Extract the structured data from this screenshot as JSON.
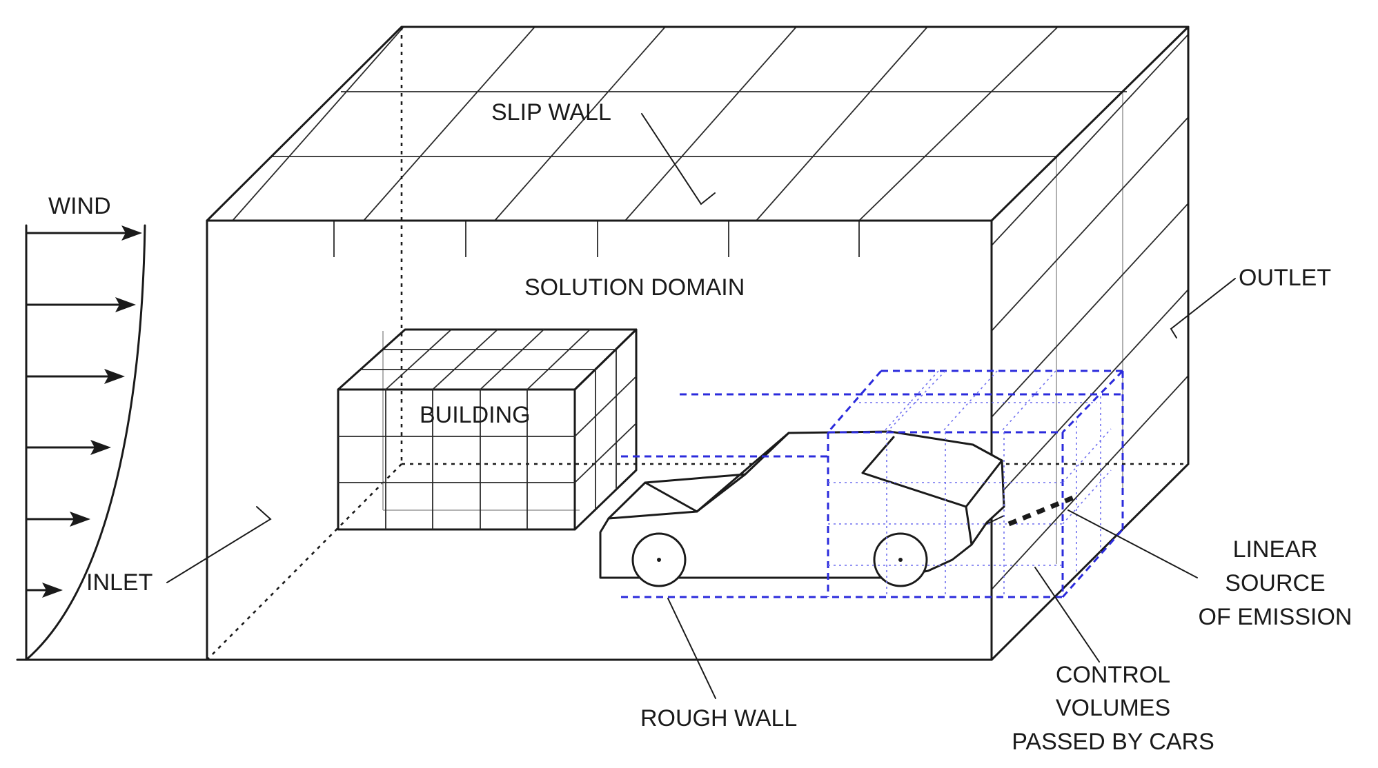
{
  "labels": {
    "wind": "WIND",
    "slip_wall": "SLIP WALL",
    "solution_domain": "SOLUTION DOMAIN",
    "outlet": "OUTLET",
    "building": "BUILDING",
    "inlet": "INLET",
    "rough_wall": "ROUGH WALL",
    "linear_source": [
      "LINEAR",
      "SOURCE",
      "OF EMISSION"
    ],
    "control_volumes": [
      "CONTROL",
      "VOLUMES",
      "PASSED BY CARS"
    ]
  },
  "colors": {
    "line": "#1a1a1a",
    "grid_light": "#a8a8a8",
    "control_volumes": "#2b2bdc"
  }
}
